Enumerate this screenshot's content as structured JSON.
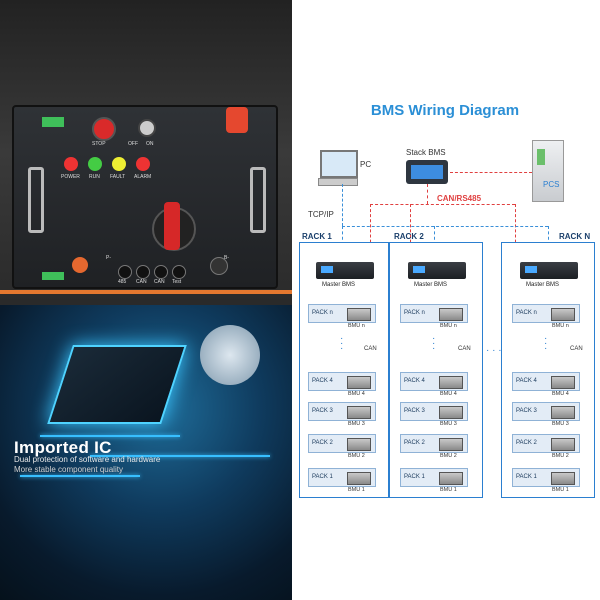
{
  "photo_top": {
    "buttons": {
      "stop": "STOP",
      "off": "OFF",
      "on": "ON"
    },
    "lights": {
      "power": "POWER",
      "run": "RUN",
      "fault": "FAULT",
      "alarm": "ALARM"
    },
    "ports": {
      "p_minus": "P-",
      "b_minus": "B-",
      "port1": "485",
      "port2": "CAN",
      "port3": "CAN",
      "port4": "Test"
    }
  },
  "photo_bottom": {
    "title": "Imported IC",
    "subtitle1": "Dual protection of software and hardware",
    "subtitle2": "More stable component quality"
  },
  "diagram": {
    "title": "BMS Wiring Diagram",
    "pc": "PC",
    "stack_bms": "Stack BMS",
    "pcs": "PCS",
    "can_rs485": "CAN/RS485",
    "tcp_ip": "TCP/IP",
    "can": "CAN",
    "master_bms": "Master BMS",
    "racks": [
      "RACK 1",
      "RACK 2",
      "RACK N"
    ],
    "packs": [
      "PACK n",
      "PACK 4",
      "PACK 3",
      "PACK 2",
      "PACK 1"
    ],
    "bmus": [
      "BMU n",
      "BMU 4",
      "BMU 3",
      "BMU 2",
      "BMU 1"
    ],
    "colors": {
      "title": "#2b8fd6",
      "rack_border": "#2b7fd0",
      "can_line": "#e04040",
      "tcp_line": "#3a8fd8"
    }
  }
}
